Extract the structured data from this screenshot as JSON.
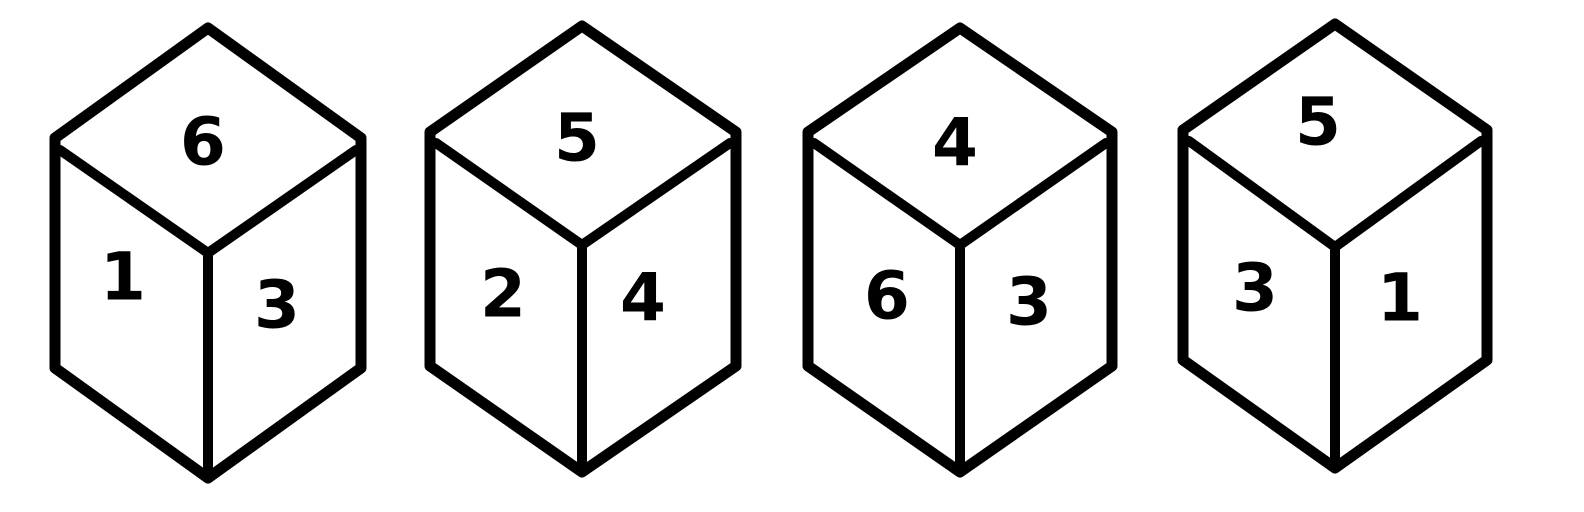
{
  "colors": {
    "ink": "#000000",
    "background": "#ffffff"
  },
  "cubes": [
    {
      "top": "6",
      "left": "1",
      "right": "3"
    },
    {
      "top": "5",
      "left": "2",
      "right": "4"
    },
    {
      "top": "4",
      "left": "6",
      "right": "3"
    },
    {
      "top": "5",
      "left": "3",
      "right": "1"
    }
  ]
}
